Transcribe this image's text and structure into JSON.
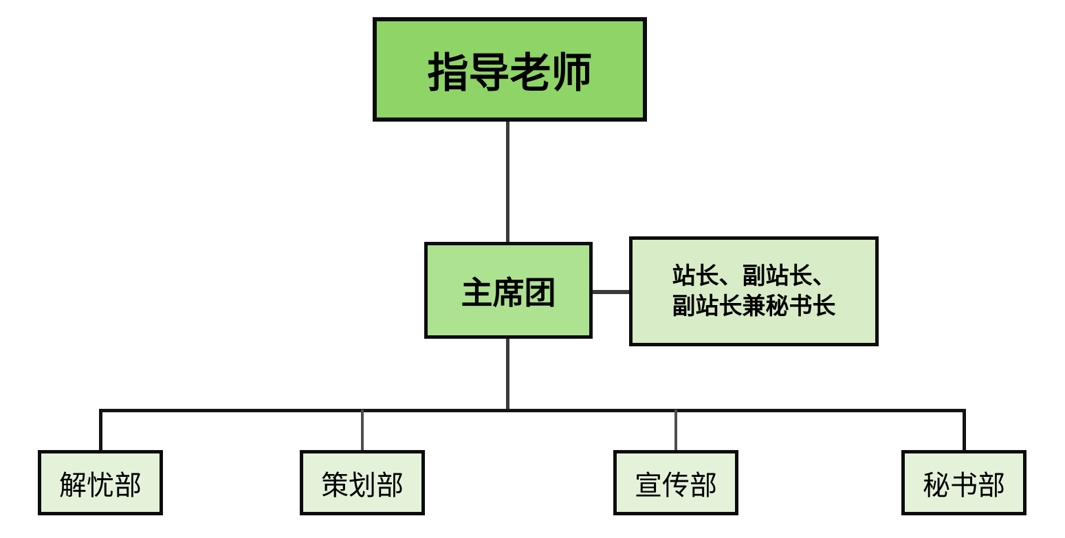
{
  "diagram": {
    "type": "org-chart",
    "nodes": {
      "advisor": {
        "label": "指导老师"
      },
      "presidium": {
        "label": "主席团"
      },
      "leaders_note": {
        "line1": "站长、副站长、",
        "line2": "副站长兼秘书长"
      },
      "departments": [
        {
          "label": "解忧部"
        },
        {
          "label": "策划部"
        },
        {
          "label": "宣传部"
        },
        {
          "label": "秘书部"
        }
      ]
    },
    "colors": {
      "advisor_fill": "#8FD466",
      "presidium_fill": "#ADE291",
      "note_fill": "#D8EDC7",
      "dept_fill": "#E4F2DA",
      "border": "#0C0C0C",
      "connector": "#3A3A3A",
      "rail": "#141414",
      "inner_drop": "#4D4D4D"
    }
  }
}
